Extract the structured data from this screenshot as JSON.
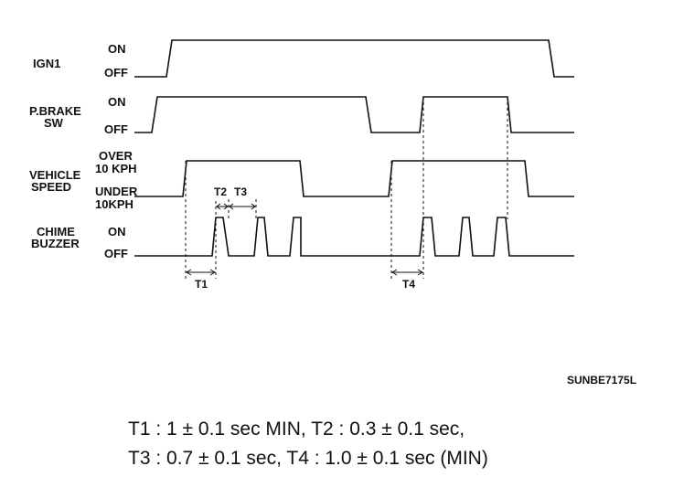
{
  "signals": [
    {
      "name_lines": [
        "IGN1"
      ],
      "high_label": [
        "ON"
      ],
      "low_label": [
        "OFF"
      ]
    },
    {
      "name_lines": [
        "P.BRAKE",
        "SW"
      ],
      "high_label": [
        "ON"
      ],
      "low_label": [
        "OFF"
      ]
    },
    {
      "name_lines": [
        "VEHICLE",
        "SPEED"
      ],
      "high_label": [
        "OVER",
        "10 KPH"
      ],
      "low_label": [
        "UNDER",
        "10KPH"
      ]
    },
    {
      "name_lines": [
        "CHIME",
        "BUZZER"
      ],
      "high_label": [
        "ON"
      ],
      "low_label": [
        "OFF"
      ]
    }
  ],
  "timing_labels": {
    "t1": "T1",
    "t2": "T2",
    "t3": "T3",
    "t4": "T4"
  },
  "figure_code": "SUNBE7175L",
  "caption": {
    "line1": "T1 : 1 ± 0.1 sec MIN, T2 : 0.3 ± 0.1 sec,",
    "line2": "T3 : 0.7 ± 0.1 sec, T4 : 1.0 ± 0.1 sec (MIN)"
  }
}
